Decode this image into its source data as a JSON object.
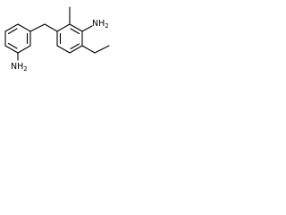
{
  "molecule": {
    "labels": {
      "amine_left": {
        "main": "NH",
        "sub": "2"
      },
      "amine_right": {
        "main": "NH",
        "sub": "2"
      }
    },
    "colors": {
      "bond": "#000000",
      "text": "#000000",
      "background": "#ffffff"
    }
  }
}
